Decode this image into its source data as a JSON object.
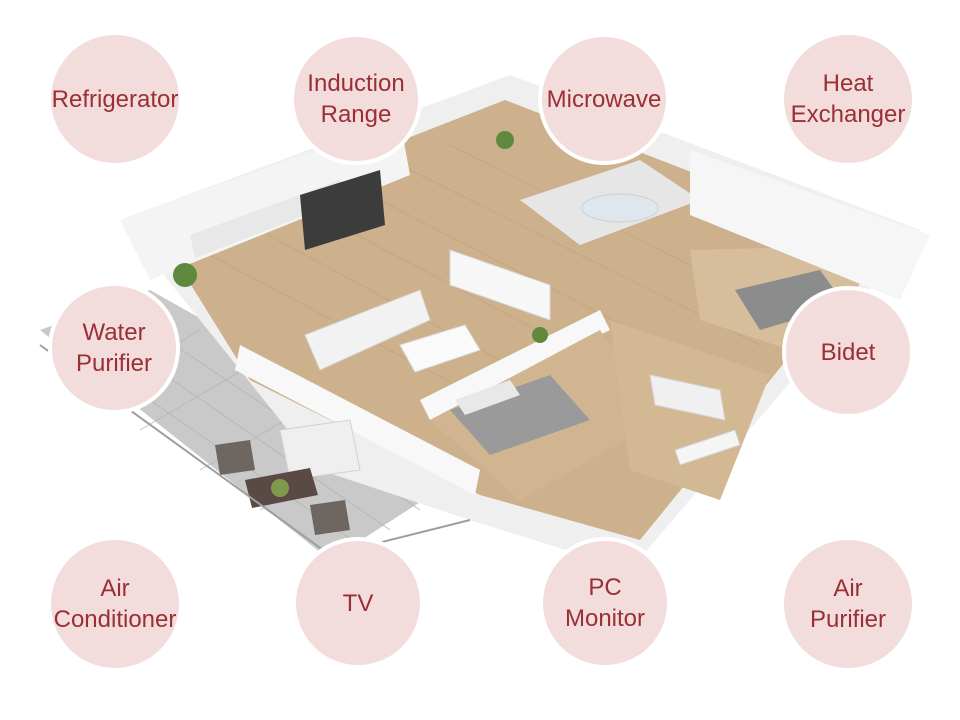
{
  "image": {
    "description_icon": "isometric-apartment-illustration"
  },
  "colors": {
    "bubble_fill": "#f3dcdc",
    "bubble_text": "#9a2f35",
    "bubble_ring": "#ffffff"
  },
  "appliances": {
    "refrigerator": "Refrigerator",
    "induction_range": "Induction\nRange",
    "microwave": "Microwave",
    "heat_exchanger": "Heat\nExchanger",
    "water_purifier": "Water\nPurifier",
    "bidet": "Bidet",
    "air_conditioner": "Air\nConditioner",
    "tv": "TV",
    "pc_monitor": "PC\nMonitor",
    "air_purifier": "Air\nPurifier"
  }
}
